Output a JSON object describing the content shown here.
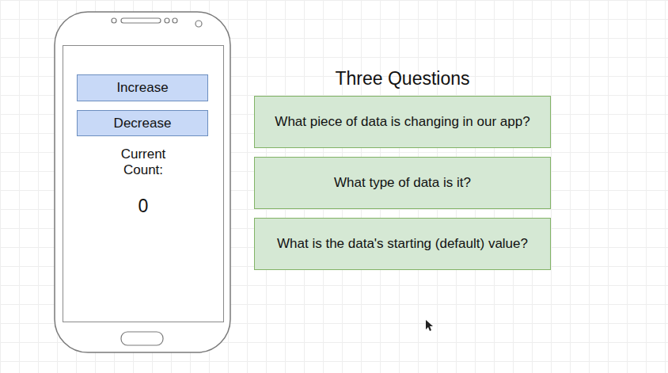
{
  "diagram": {
    "title": "Three Questions",
    "nodes": [
      {
        "text": [
          "Current Count:",
          "0"
        ]
      },
      {
        "text": [
          "Increase"
        ],
        "in": 0
      },
      {
        "text": [
          "Decrease"
        ],
        "in": 0
      },
      {
        "text": [
          "What piece of data is changing in our app?"
        ]
      },
      {
        "text": [
          "What type of data is it?"
        ]
      },
      {
        "text": [
          "What is the data's starting (default) value?"
        ]
      }
    ]
  }
}
